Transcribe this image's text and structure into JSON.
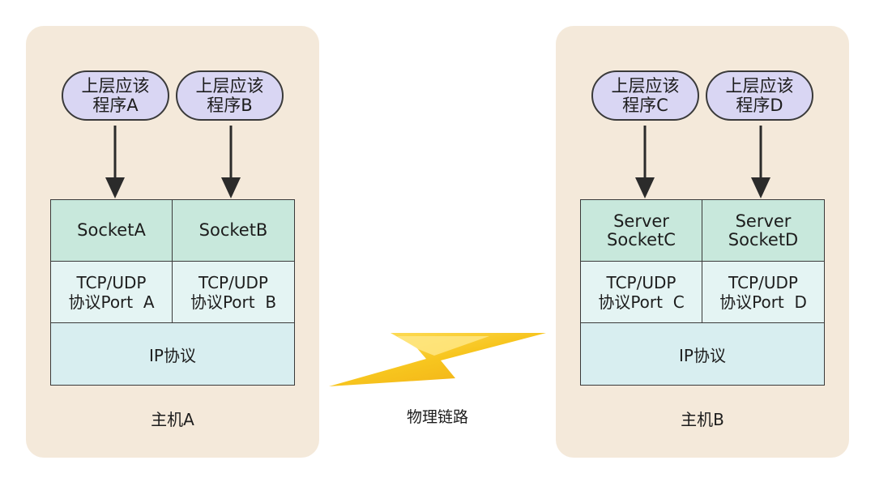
{
  "hosts": [
    {
      "label": "主机A",
      "apps": [
        {
          "line1": "上层应该",
          "line2": "程序A"
        },
        {
          "line1": "上层应该",
          "line2": "程序B"
        }
      ],
      "sockets": [
        {
          "line1": "SocketA",
          "line2": ""
        },
        {
          "line1": "SocketB",
          "line2": ""
        }
      ],
      "transport": [
        {
          "line1": "TCP/UDP",
          "line2": "协议Port  A"
        },
        {
          "line1": "TCP/UDP",
          "line2": "协议Port  B"
        }
      ],
      "network": "IP协议"
    },
    {
      "label": "主机B",
      "apps": [
        {
          "line1": "上层应该",
          "line2": "程序C"
        },
        {
          "line1": "上层应该",
          "line2": "程序D"
        }
      ],
      "sockets": [
        {
          "line1": "Server",
          "line2": "SocketC"
        },
        {
          "line1": "Server",
          "line2": "SocketD"
        }
      ],
      "transport": [
        {
          "line1": "TCP/UDP",
          "line2": "协议Port  C"
        },
        {
          "line1": "TCP/UDP",
          "line2": "协议Port  D"
        }
      ],
      "network": "IP协议"
    }
  ],
  "link": {
    "label": "物理链路"
  },
  "colors": {
    "host_bg": "#f4e9da",
    "app_bg": "#d9d6f3",
    "socket_bg": "#c8e8dc",
    "transport_bg": "#e4f4f3",
    "network_bg": "#d8eef0",
    "bolt": "#f7c51e"
  }
}
